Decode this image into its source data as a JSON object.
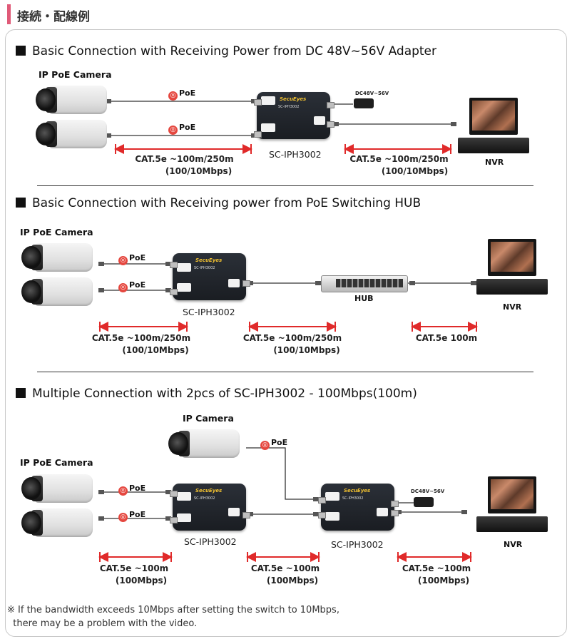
{
  "header": {
    "title": "接続・配線例"
  },
  "sections": [
    {
      "title": "Basic Connection with Receiving Power from DC 48V~56V Adapter",
      "camera_group_label": "IP PoE Camera",
      "poe_label": "PoE",
      "adapter_label": "DC48V~56V",
      "device_label": "SC-IPH3002",
      "nvr_label": "NVR",
      "dim_left": {
        "line1": "CAT.5e ~100m/250m",
        "line2": "(100/10Mbps)"
      },
      "dim_right": {
        "line1": "CAT.5e ~100m/250m",
        "line2": "(100/10Mbps)"
      }
    },
    {
      "title": "Basic Connection with Receiving power from PoE Switching HUB",
      "camera_group_label": "IP PoE Camera",
      "poe_label": "PoE",
      "device_label": "SC-IPH3002",
      "hub_label": "HUB",
      "nvr_label": "NVR",
      "dim_left": {
        "line1": "CAT.5e ~100m/250m",
        "line2": "(100/10Mbps)"
      },
      "dim_mid": {
        "line1": "CAT.5e ~100m/250m",
        "line2": "(100/10Mbps)"
      },
      "dim_right": {
        "line1": "CAT.5e 100m"
      }
    },
    {
      "title": "Multiple Connection with 2pcs of SC-IPH3002 - 100Mbps(100m)",
      "camera_group_label": "IP PoE Camera",
      "ip_camera_label": "IP Camera",
      "poe_label": "PoE",
      "adapter_label": "DC48V~56V",
      "device1_label": "SC-IPH3002",
      "device2_label": "SC-IPH3002",
      "nvr_label": "NVR",
      "dim_left": {
        "line1": "CAT.5e ~100m",
        "line2": "(100Mbps)"
      },
      "dim_mid": {
        "line1": "CAT.5e ~100m",
        "line2": "(100Mbps)"
      },
      "dim_right": {
        "line1": "CAT.5e ~100m",
        "line2": "(100Mbps)"
      }
    }
  ],
  "device_box": {
    "brand": "SecuEyes",
    "model": "SC-IPH3002"
  },
  "footnote": {
    "line1": "※ If the bandwidth exceeds 10Mbps after setting the switch to 10Mbps,",
    "line2": "  there may be a problem with the video."
  },
  "colors": {
    "accent_bar": "#e05a78",
    "dimension_red": "#e02a2a",
    "poe_red": "#e5473f",
    "device_body": "#22262c"
  }
}
